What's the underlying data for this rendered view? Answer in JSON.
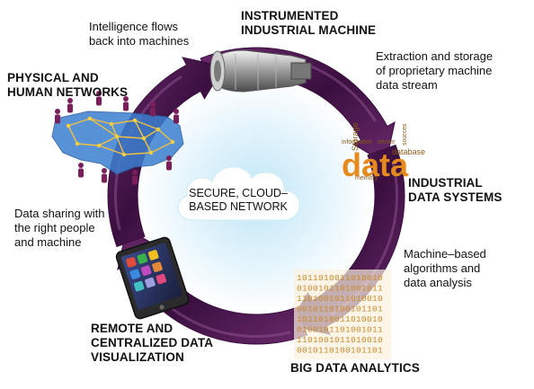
{
  "colors": {
    "ring_dark": "#3a0f3f",
    "ring_mid": "#6a2a6c",
    "ring_light": "#9c5a9e",
    "glow_inner": "#bfe6f7",
    "glow_outer": "#ffffff",
    "cloud": "#ffffff",
    "data_orange": "#e58a1c",
    "binary_gold": "#c98a2a",
    "map_blue": "#3b7fd0",
    "people_purple": "#7a1f5c"
  },
  "center": {
    "cloud_label": "SECURE, CLOUD–\nBASED NETWORK"
  },
  "stages": [
    {
      "id": "machine",
      "label": "INSTRUMENTED\nINDUSTRIAL MACHINE",
      "icon": "jet-engine-icon"
    },
    {
      "id": "data-systems",
      "label": "INDUSTRIAL\nDATA SYSTEMS",
      "icon": "data-word-cloud"
    },
    {
      "id": "analytics",
      "label": "BIG DATA ANALYTICS",
      "icon": "binary-data-block"
    },
    {
      "id": "visualization",
      "label": "REMOTE AND\nCENTRALIZED DATA\nVISUALIZATION",
      "icon": "tablet-device"
    },
    {
      "id": "networks",
      "label": "PHYSICAL AND\nHUMAN NETWORKS",
      "icon": "network-map"
    }
  ],
  "captions": [
    {
      "id": "intelligence",
      "text": "Intelligence flows\nback into machines"
    },
    {
      "id": "extraction",
      "text": "Extraction and storage\nof proprietary machine\ndata stream"
    },
    {
      "id": "algorithms",
      "text": "Machine–based\nalgorithms and\ndata analysis"
    },
    {
      "id": "sharing",
      "text": "Data sharing with\nthe right people\nand machine"
    }
  ],
  "picture_text": {
    "data_word": "data",
    "word_cloud": [
      "Storage",
      "database",
      "information",
      "server",
      "sources",
      "memory"
    ],
    "binary_rows": [
      "1011010011010010",
      "0100101101001011",
      "1101001011010010",
      "0010110100101101",
      "1011010011010010",
      "0100101101001011",
      "1101001011010010",
      "0010110100101101"
    ]
  }
}
